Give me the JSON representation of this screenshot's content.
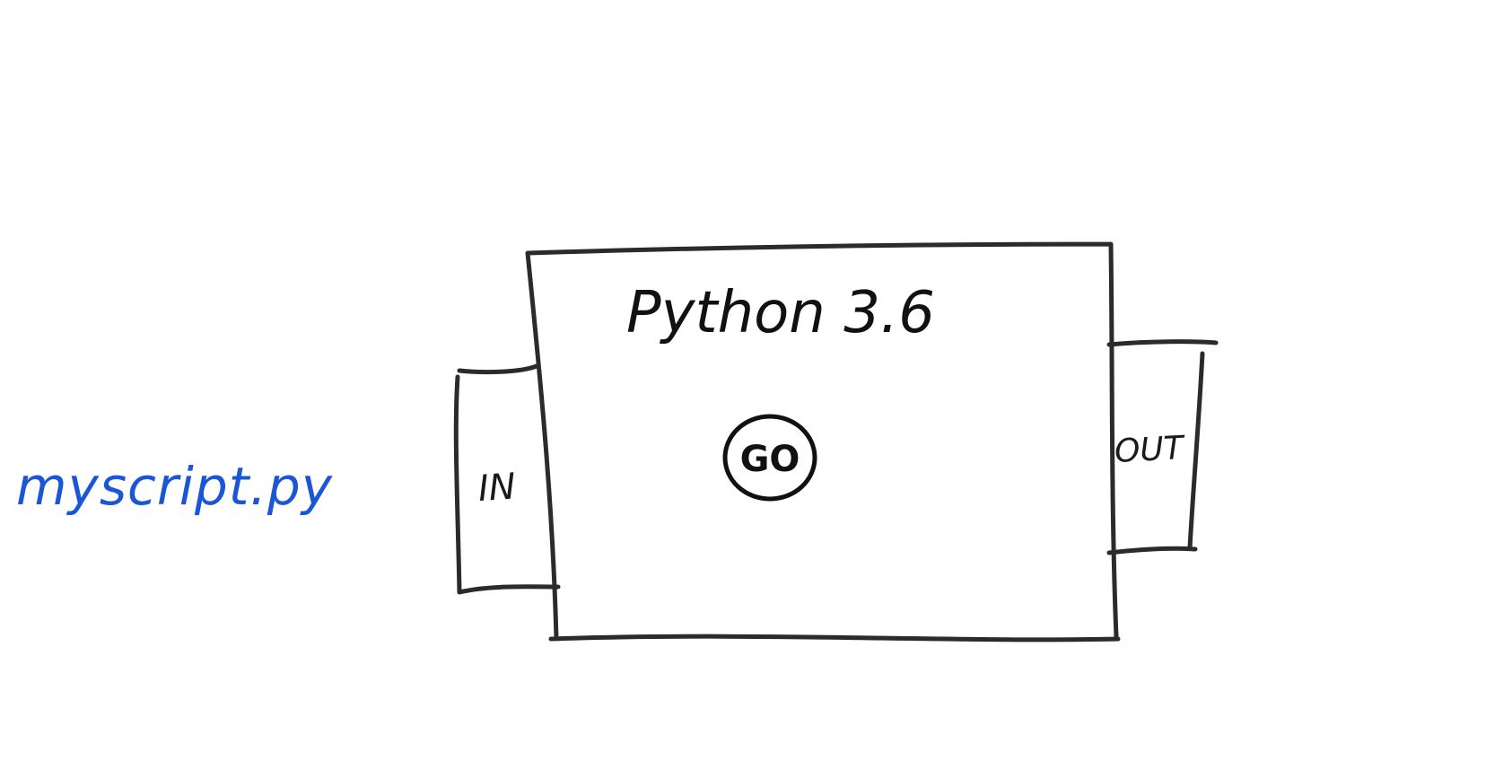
{
  "diagram": {
    "file_label": "myscript.py",
    "box_title": "Python 3.6",
    "go_label": "GO",
    "in_label": "IN",
    "out_label": "OUT"
  },
  "colors": {
    "ink": "#2b2b2b",
    "blue_ink": "#1a56d6",
    "background": "#ffffff"
  }
}
